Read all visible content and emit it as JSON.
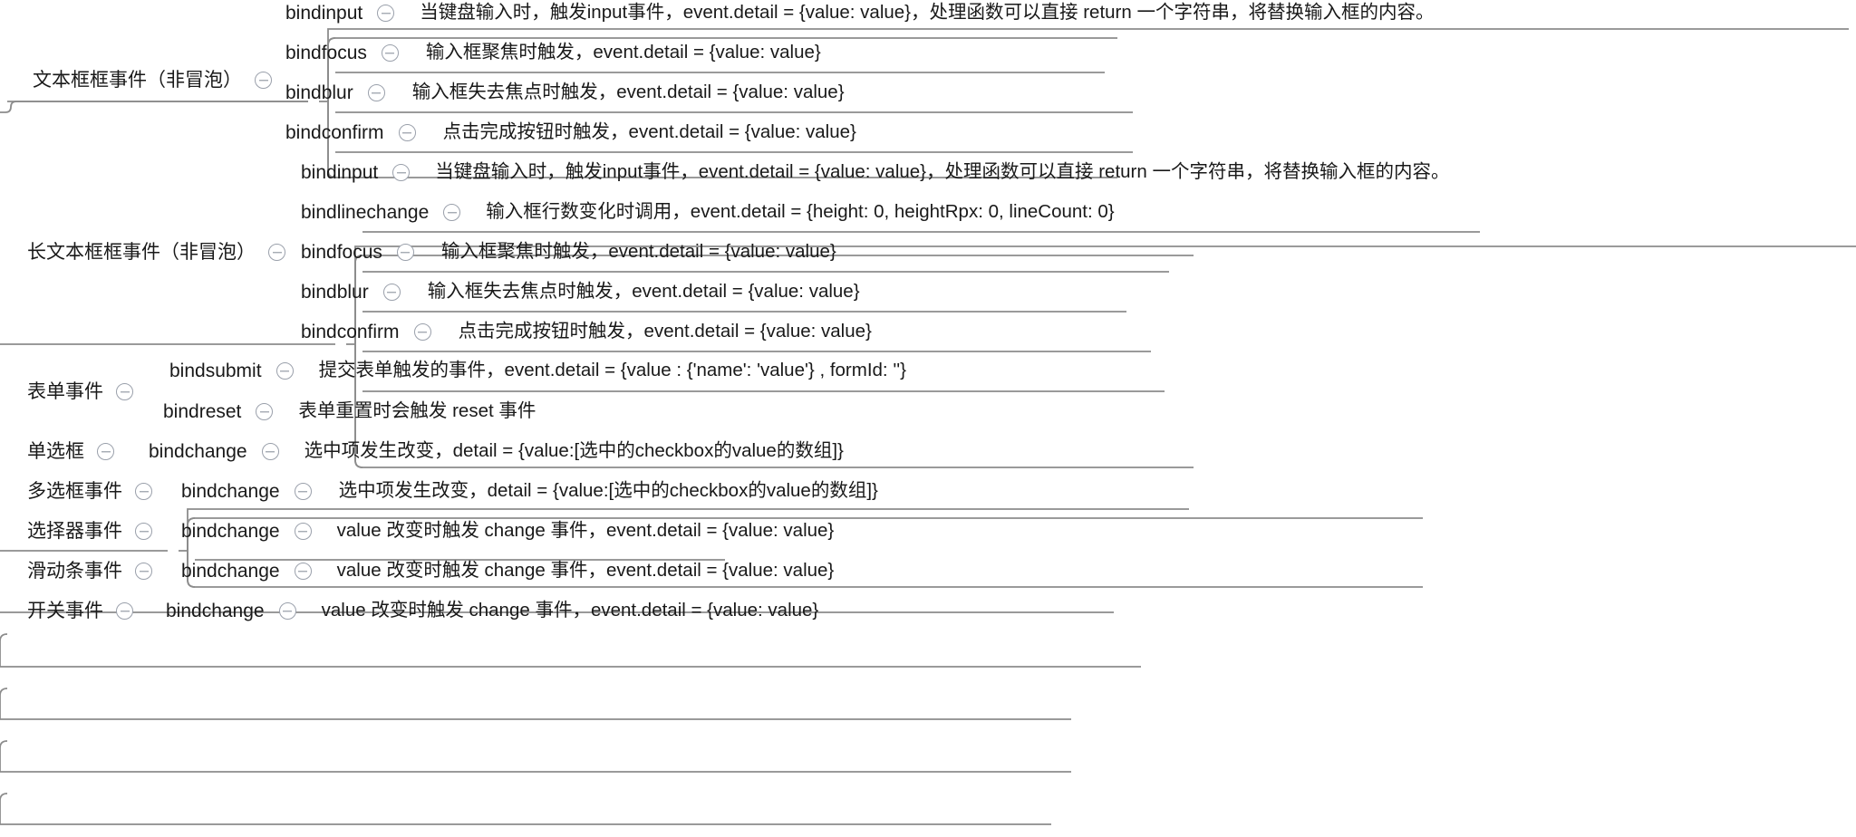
{
  "diagram": {
    "type": "mind-map",
    "title": "小程序组件事件思维导图",
    "toggle_icon": "minus-circle-icon",
    "line_color": "#8c8c8c",
    "text_color": "#191919",
    "background": "#ffffff"
  },
  "branches": [
    {
      "id": "textbox",
      "label": "文本框框事件（非冒泡）",
      "children": [
        {
          "key": "bindinput",
          "desc": "当键盘输入时，触发input事件，event.detail = {value: value}，处理函数可以直接 return 一个字符串，将替换输入框的内容。"
        },
        {
          "key": "bindfocus",
          "desc": "输入框聚焦时触发，event.detail = {value: value}"
        },
        {
          "key": "bindblur",
          "desc": "输入框失去焦点时触发，event.detail = {value: value}"
        },
        {
          "key": "bindconfirm",
          "desc": "点击完成按钮时触发，event.detail = {value: value}"
        }
      ]
    },
    {
      "id": "textarea",
      "label": "长文本框框事件（非冒泡）",
      "children": [
        {
          "key": "bindinput",
          "desc": "当键盘输入时，触发input事件，event.detail = {value: value}，处理函数可以直接 return 一个字符串，将替换输入框的内容。"
        },
        {
          "key": "bindlinechange",
          "desc": "输入框行数变化时调用，event.detail = {height: 0, heightRpx: 0, lineCount: 0}"
        },
        {
          "key": "bindfocus",
          "desc": "输入框聚焦时触发，event.detail = {value: value}"
        },
        {
          "key": "bindblur",
          "desc": "输入框失去焦点时触发，event.detail = {value: value}"
        },
        {
          "key": "bindconfirm",
          "desc": "点击完成按钮时触发，event.detail = {value: value}"
        }
      ]
    },
    {
      "id": "form",
      "label": "表单事件",
      "children": [
        {
          "key": "bindsubmit",
          "desc": "提交表单触发的事件，event.detail = {value : {'name': 'value'} , formId: ''}"
        },
        {
          "key": "bindreset",
          "desc": "表单重置时会触发 reset 事件"
        }
      ]
    },
    {
      "id": "radio",
      "label": "单选框",
      "children": [
        {
          "key": "bindchange",
          "desc": "选中项发生改变，detail = {value:[选中的checkbox的value的数组]}"
        }
      ]
    },
    {
      "id": "checkbox",
      "label": "多选框事件",
      "children": [
        {
          "key": "bindchange",
          "desc": "选中项发生改变，detail = {value:[选中的checkbox的value的数组]}"
        }
      ]
    },
    {
      "id": "picker",
      "label": "选择器事件",
      "children": [
        {
          "key": "bindchange",
          "desc": "value 改变时触发 change 事件，event.detail = {value: value}"
        }
      ]
    },
    {
      "id": "slider",
      "label": "滑动条事件",
      "children": [
        {
          "key": "bindchange",
          "desc": "value 改变时触发 change 事件，event.detail = {value: value}"
        }
      ]
    },
    {
      "id": "switch",
      "label": "开关事件",
      "children": [
        {
          "key": "bindchange",
          "desc": "value 改变时触发 change 事件，event.detail = {value: value}"
        }
      ]
    }
  ]
}
